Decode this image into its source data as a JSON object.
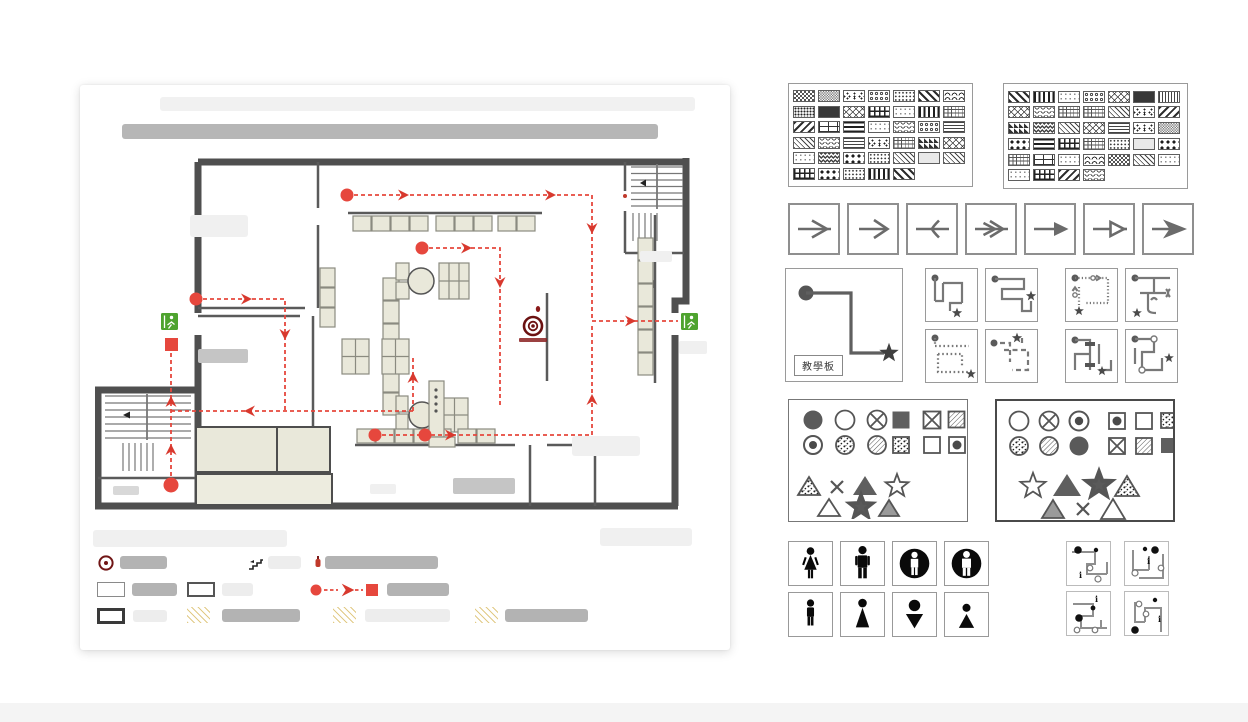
{
  "colors": {
    "route_red": "#e6473d",
    "arrow_red": "#d8392e",
    "exit_green": "#4ea32e",
    "wall_gray": "#4f4f4f",
    "furniture_beige": "#e9e8da",
    "bullseye_darkred": "#6b1111",
    "bar_medium": "#b3b3b3",
    "bar_light": "#ededed"
  },
  "plan_card": {
    "title_bars": 2,
    "floor_plan": {
      "exit_signs": 2,
      "assembly_dots": 6,
      "you_are_here_marker": "bullseye",
      "route_style": "red-dashed-with-arrows"
    },
    "legend": {
      "rows": [
        [
          {
            "icon": "bullseye-icon",
            "bar": "medium"
          },
          {
            "icon": "stairs-icon",
            "bar": "light"
          },
          {
            "icon": "extinguisher-icon",
            "bar": "medium"
          }
        ],
        [
          {
            "icon": "room-outline-icon",
            "bar": "medium"
          },
          {
            "icon": "room-outline2-icon",
            "bar": "light"
          },
          {
            "icon": "route-sample-icon",
            "bar": "medium"
          }
        ],
        [
          {
            "icon": "wall-thick-icon",
            "bar": "light"
          },
          {
            "icon": "hatch-swatch",
            "bar": "medium"
          },
          {
            "icon": "hatch-swatch",
            "bar": "light"
          },
          {
            "icon": "hatch-swatch",
            "bar": "medium"
          }
        ]
      ]
    }
  },
  "pattern_palette_a": {
    "rows": [
      [
        "checker",
        "checker-fine",
        "speckle",
        "rings",
        "dots",
        "diag-bold",
        "scallop"
      ],
      [
        "dots-dense",
        "dark",
        "x",
        "grid-bold",
        "dots-faint",
        "vlines-bold",
        "grid"
      ],
      [
        "diag-back",
        "brick",
        "hlines-bold",
        "dots-faint",
        "waves",
        "rings",
        "hlines"
      ],
      [
        "diag",
        "waves",
        "hlines",
        "speckle",
        "grid",
        "tri",
        "x"
      ],
      [
        "dots-faint",
        "zigzag",
        "dots-lg",
        "dots",
        "diag",
        "light",
        "diag"
      ],
      [
        "grid-bold",
        "dots-lg",
        "dots",
        "vlines-bold",
        "diag-bold"
      ]
    ]
  },
  "pattern_palette_b": {
    "rows": [
      [
        "diag-bold",
        "vlines-bold",
        "dots-faint",
        "rings",
        "x",
        "dark",
        "vlines"
      ],
      [
        "x",
        "waves",
        "grid",
        "grid",
        "diag",
        "speckle",
        "diag-back"
      ],
      [
        "tri",
        "zigzag",
        "diag",
        "x",
        "hlines",
        "speckle",
        "checker-fine"
      ],
      [
        "dots-lg",
        "hlines-bold",
        "grid-bold",
        "grid",
        "dots",
        "light",
        "dots-lg"
      ],
      [
        "grid",
        "brick",
        "dots-faint",
        "scallop",
        "checker",
        "diag",
        "dots-faint"
      ],
      [
        "dots-faint",
        "grid-bold",
        "diag-back",
        "waves"
      ]
    ]
  },
  "arrow_styles": [
    "line-through",
    "open",
    "hook",
    "double-chevron",
    "filled",
    "outline",
    "dart"
  ],
  "route_panel": {
    "label": "教學板",
    "variants": [
      "solid-maze",
      "solid-s",
      "dotted",
      "dashed",
      "dotted-arrows",
      "curved-hooks",
      "t-bars",
      "circle-nodes"
    ]
  },
  "symbol_panel_a": {
    "row1": [
      "filled-circle",
      "open-circle",
      "crossed-circle",
      "filled-square",
      "crossed-square",
      "hatched-square"
    ],
    "row2": [
      "bullseye-circle",
      "dotted-circle",
      "hatched-circle",
      "speckled-square",
      "open-square",
      "circle-in-square"
    ],
    "row3": [
      "speckled-triangle",
      "x-mark",
      "filled-triangle",
      "open-star"
    ],
    "row4": [
      "open-triangle",
      "filled-star",
      "gray-triangle"
    ]
  },
  "symbol_panel_b": {
    "row1": [
      "open-circle",
      "crossed-circle",
      "bullseye-circle",
      "circle-in-square",
      "open-square",
      "speckled-square"
    ],
    "row2": [
      "dotted-circle",
      "hatched-circle",
      "filled-circle",
      "crossed-square",
      "hatched-square",
      "filled-square"
    ],
    "row3": [
      "open-star",
      "filled-triangle",
      "filled-star",
      "speckled-triangle"
    ],
    "row4": [
      "gray-triangle",
      "x-mark",
      "open-triangle"
    ]
  },
  "people_icons": [
    "woman",
    "man",
    "man-circle",
    "man-circle-bold",
    "man-small",
    "woman-abstract",
    "person-down-triangle",
    "person-triangle"
  ],
  "minimap_count": 4
}
